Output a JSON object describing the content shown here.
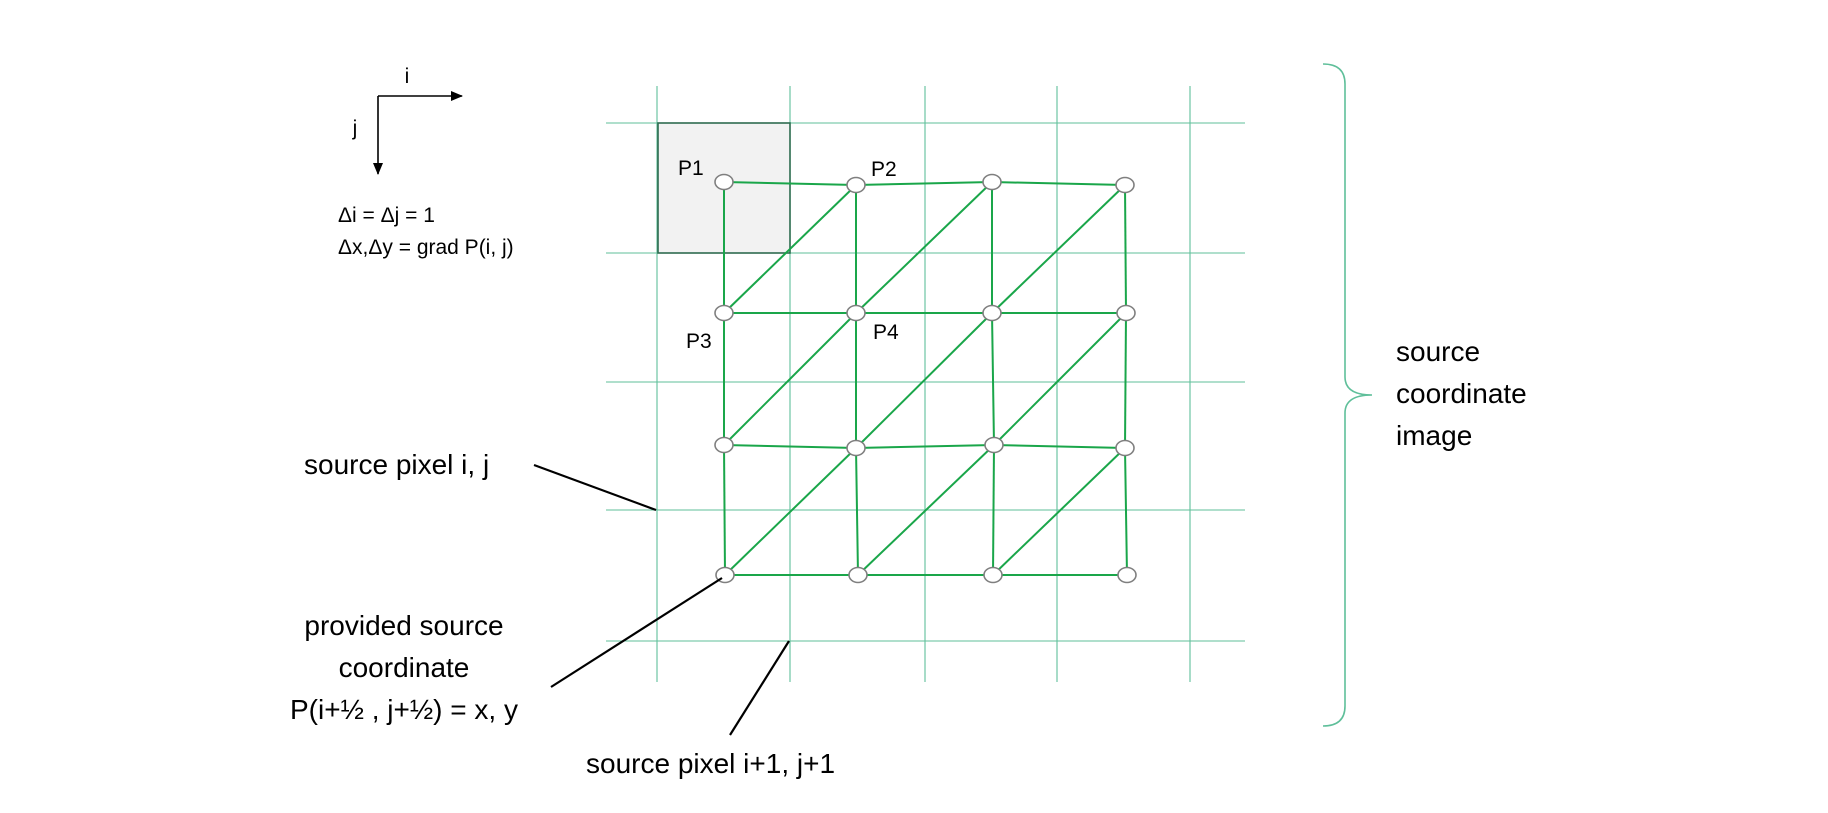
{
  "axes": {
    "i_label": "i",
    "j_label": "j"
  },
  "equations": {
    "line1": "Δi = Δj = 1",
    "line2": "Δx,Δy = grad P(i, j)"
  },
  "points": {
    "p1": "P1",
    "p2": "P2",
    "p3": "P3",
    "p4": "P4"
  },
  "labels": {
    "source_pixel_ij": "source pixel i, j",
    "provided_line1": "provided source",
    "provided_line2": "coordinate",
    "provided_line3": "P(i+½ , j+½) = x, y",
    "source_pixel_i1j1": "source pixel i+1, j+1",
    "source_image_line1": "source",
    "source_image_line2": "coordinate",
    "source_image_line3": "image"
  },
  "colors": {
    "grid": "#5fbf9a",
    "mesh": "#1aa64a",
    "highlight_fill": "#f2f2f2",
    "highlight_stroke": "#2e6b4f",
    "node_stroke": "#7f7f7f",
    "brace": "#5fbf9a"
  }
}
